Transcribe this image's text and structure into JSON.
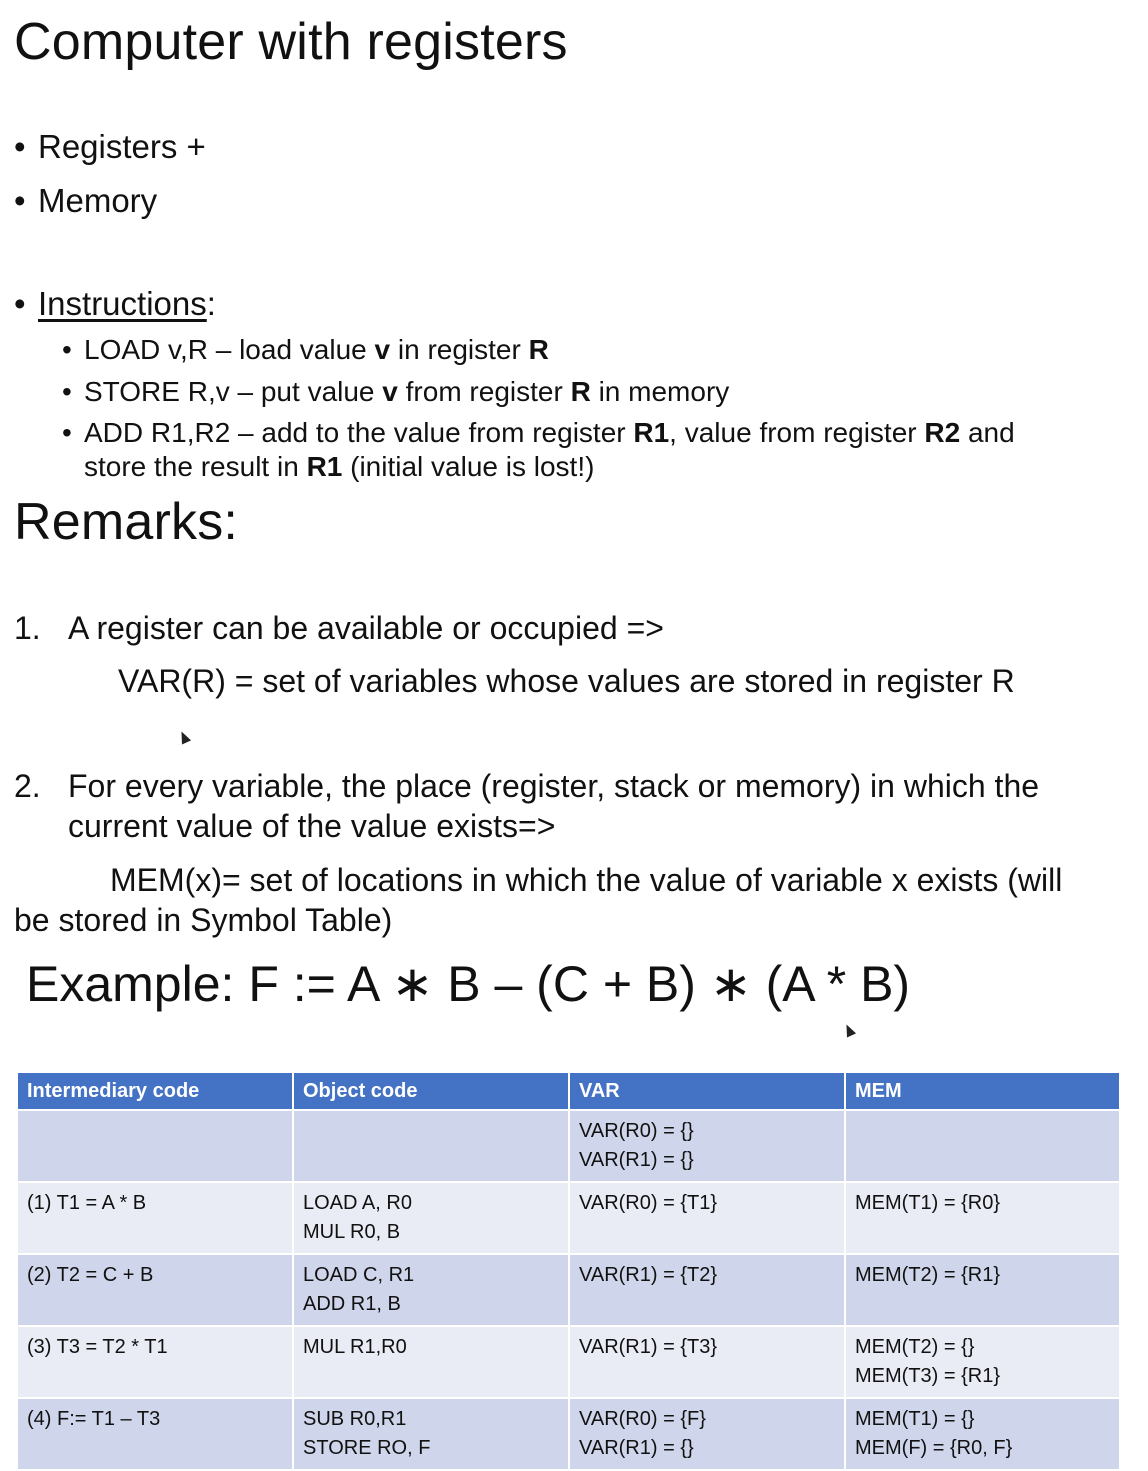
{
  "title": "Computer with registers",
  "bullets": [
    "Registers +",
    "Memory"
  ],
  "instructions": {
    "heading": "Instructions",
    "colon": ":",
    "items": [
      {
        "a": "LOAD v,R – load value ",
        "b": "v",
        "c": " in register ",
        "d": "R"
      },
      {
        "a": "STORE R,v – put value ",
        "b": "v",
        "c": " from register ",
        "d": "R",
        "e": " in memory"
      },
      {
        "a": "ADD R1,R2 – add to the value from register ",
        "b": "R1",
        "c": ", value from register ",
        "d": "R2",
        "e": " and",
        "line2a": "store the result in ",
        "line2b": "R1",
        "line2c": " (initial value is lost!)"
      }
    ]
  },
  "remarks": {
    "title": "Remarks:",
    "r1_num": "1.",
    "r1_text": "A register can be available or occupied =>",
    "r1_def": "VAR(R)  = set of variables whose values are stored in register R",
    "r2_num": "2.",
    "r2_line1": "For every variable, the place (register, stack or memory) in which the",
    "r2_line2": "current value of the value exists=>",
    "r2_def1": "MEM(x)= set of locations in which the value of variable x exists (will",
    "r2_def2": "be stored in Symbol Table)"
  },
  "example": "Example: F := A ∗ B – (C + B) ∗ (A * B)",
  "table": {
    "headers": [
      "Intermediary code",
      "Object code",
      "VAR",
      "MEM"
    ],
    "rows": [
      [
        "",
        "",
        "VAR(R0) = {}\nVAR(R1) = {}",
        ""
      ],
      [
        "(1) T1 = A * B",
        "LOAD A, R0\nMUL R0, B",
        "VAR(R0) = {T1}",
        "MEM(T1) = {R0}"
      ],
      [
        "(2) T2 = C + B",
        "LOAD C, R1\nADD R1, B",
        "VAR(R1) = {T2}",
        "MEM(T2) = {R1}"
      ],
      [
        "(3) T3 = T2 * T1",
        "MUL R1,R0",
        "VAR(R1) = {T3}",
        "MEM(T2) = {}\nMEM(T3) = {R1}"
      ],
      [
        "(4) F:= T1 – T3",
        "SUB R0,R1\nSTORE RO, F",
        "VAR(R0) = {F}\nVAR(R1) = {}",
        "MEM(T1) = {}\nMEM(F) = {R0, F}"
      ]
    ]
  },
  "icons": {
    "pointer": "mouse-pointer-icon"
  }
}
